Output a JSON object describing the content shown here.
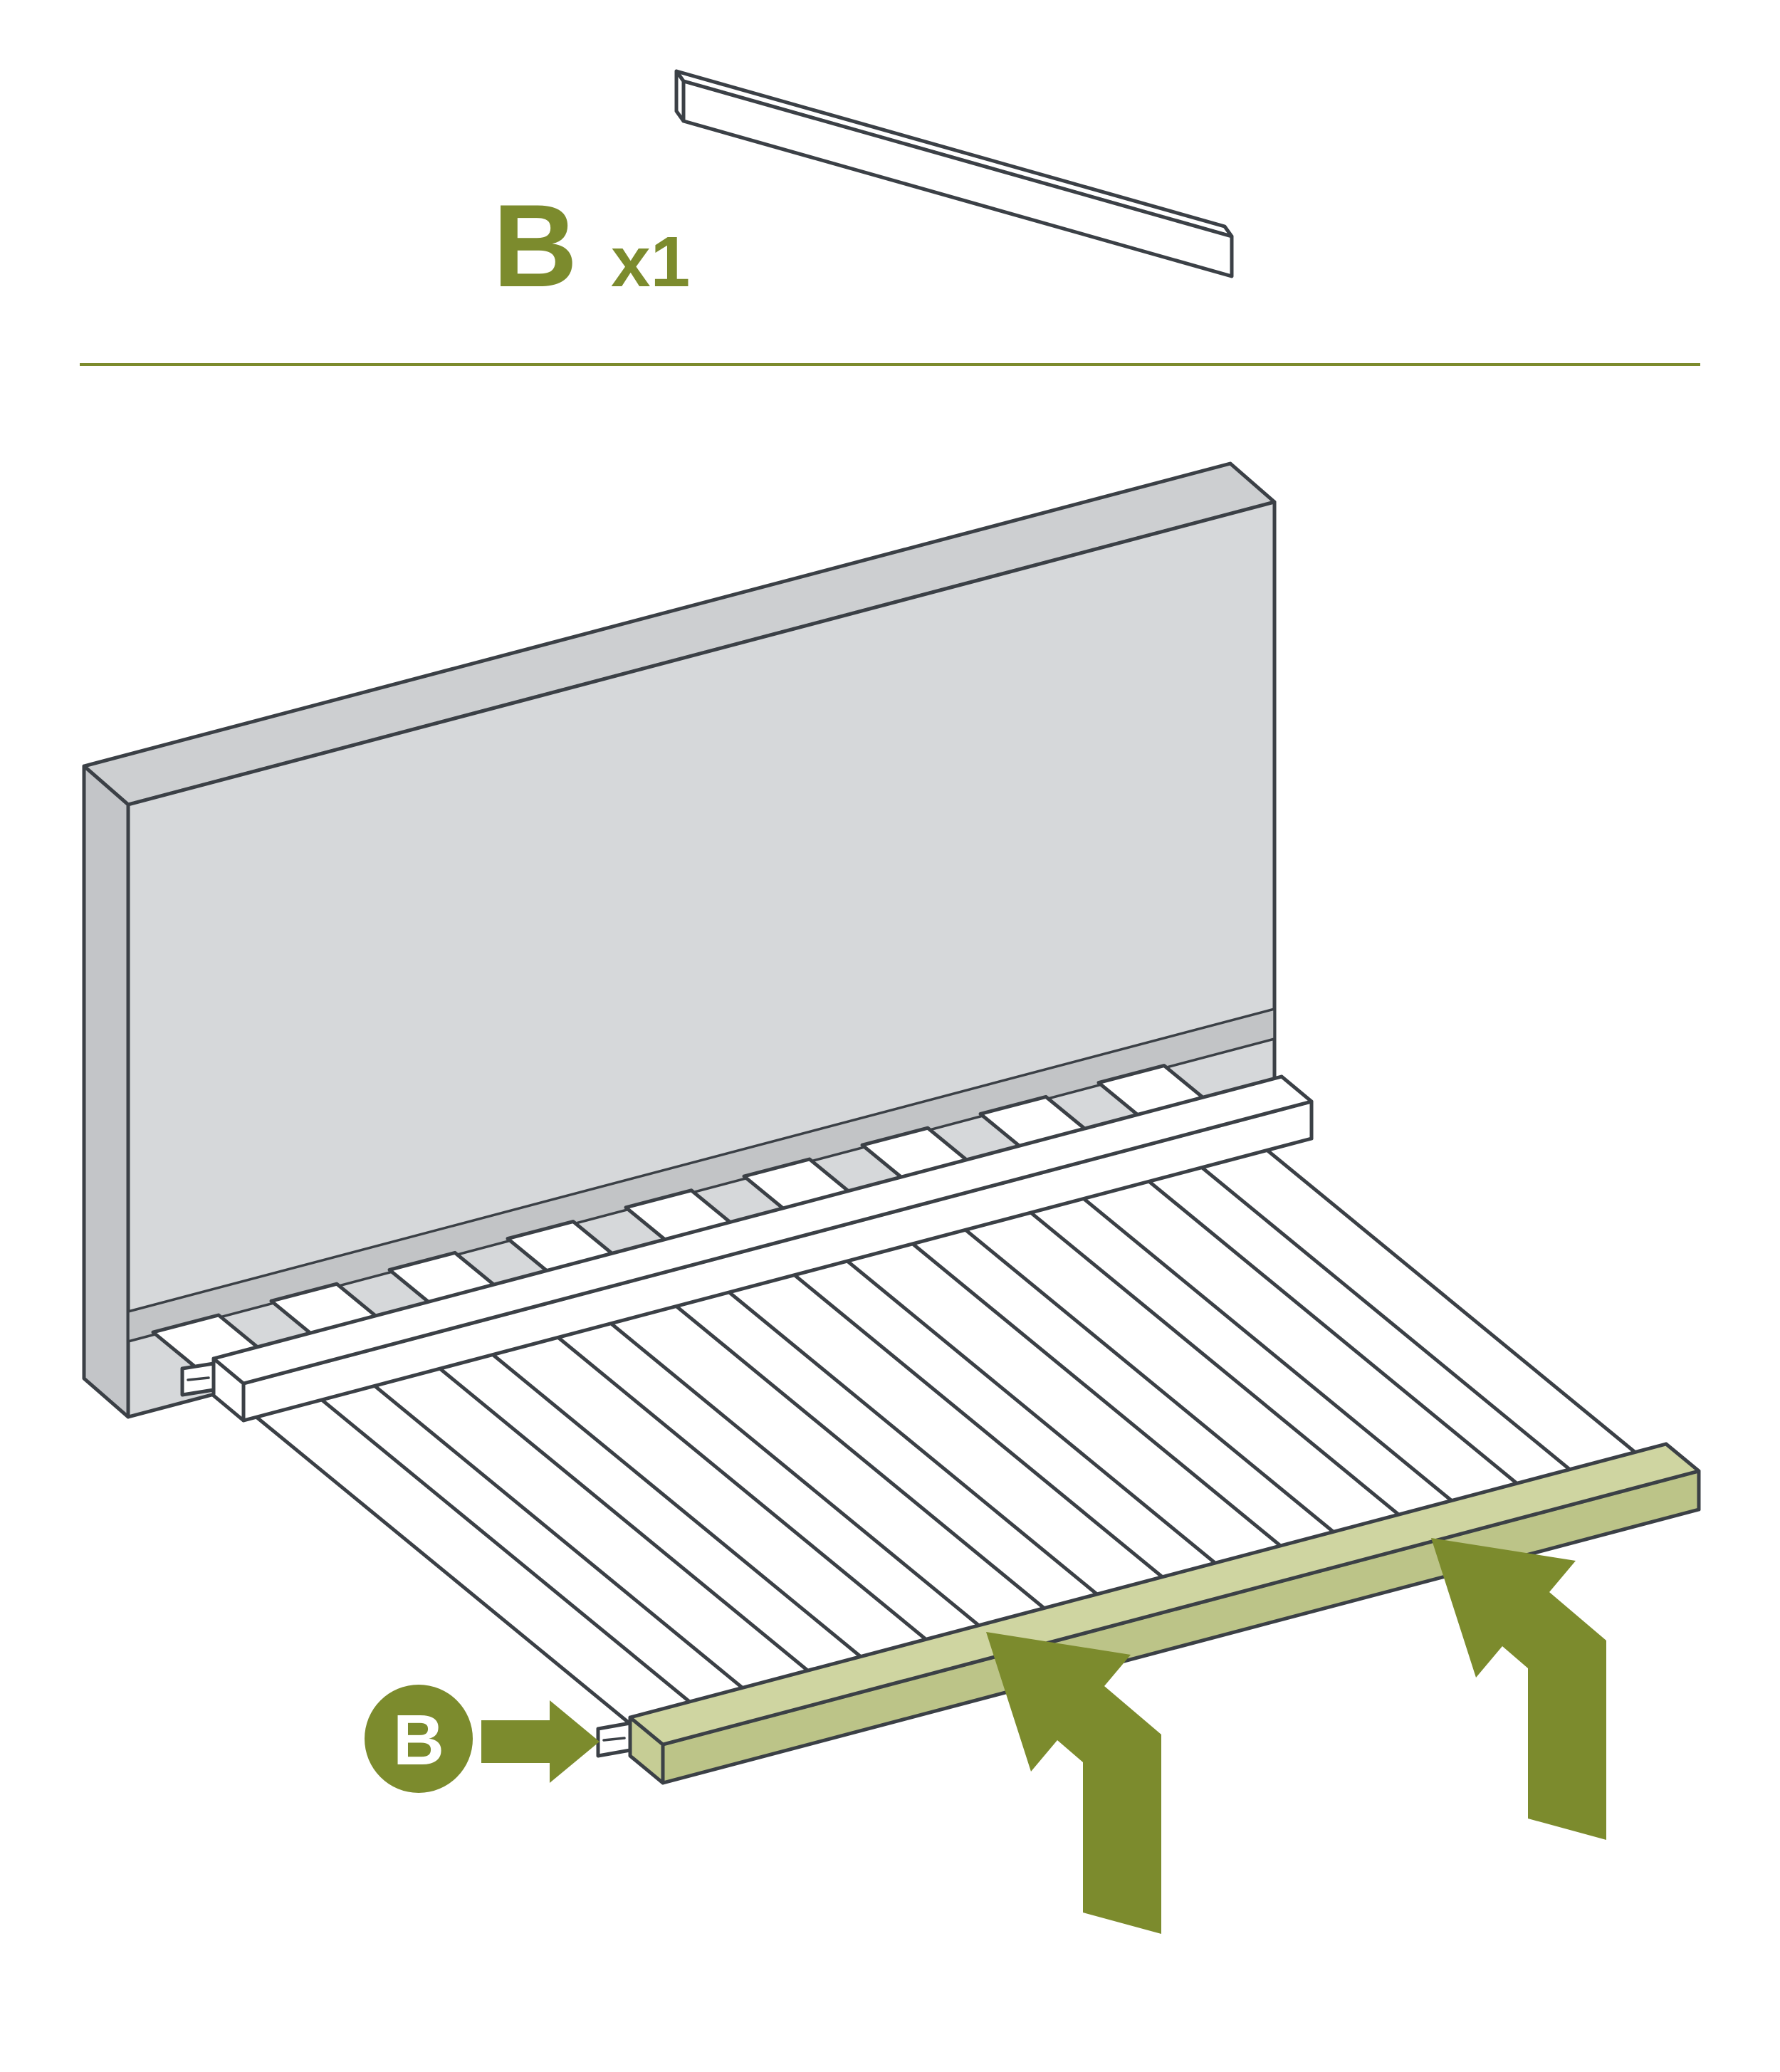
{
  "part_callout": {
    "letter": "B",
    "quantity": "x1"
  },
  "step_marker": {
    "letter": "B"
  },
  "colors": {
    "accent": "#7c8b2d",
    "outline": "#3b4046",
    "panel": "#d6d8da",
    "panel-side": "#c3c5c8",
    "panel-top": "#cdcfd1",
    "panel-groove": "#c2c4c6",
    "slat-side": "#dddfe1",
    "rail-top": "#cfd5a1",
    "rail-front": "#bcc488",
    "rail-end": "#c6cd95",
    "white": "#ffffff"
  }
}
